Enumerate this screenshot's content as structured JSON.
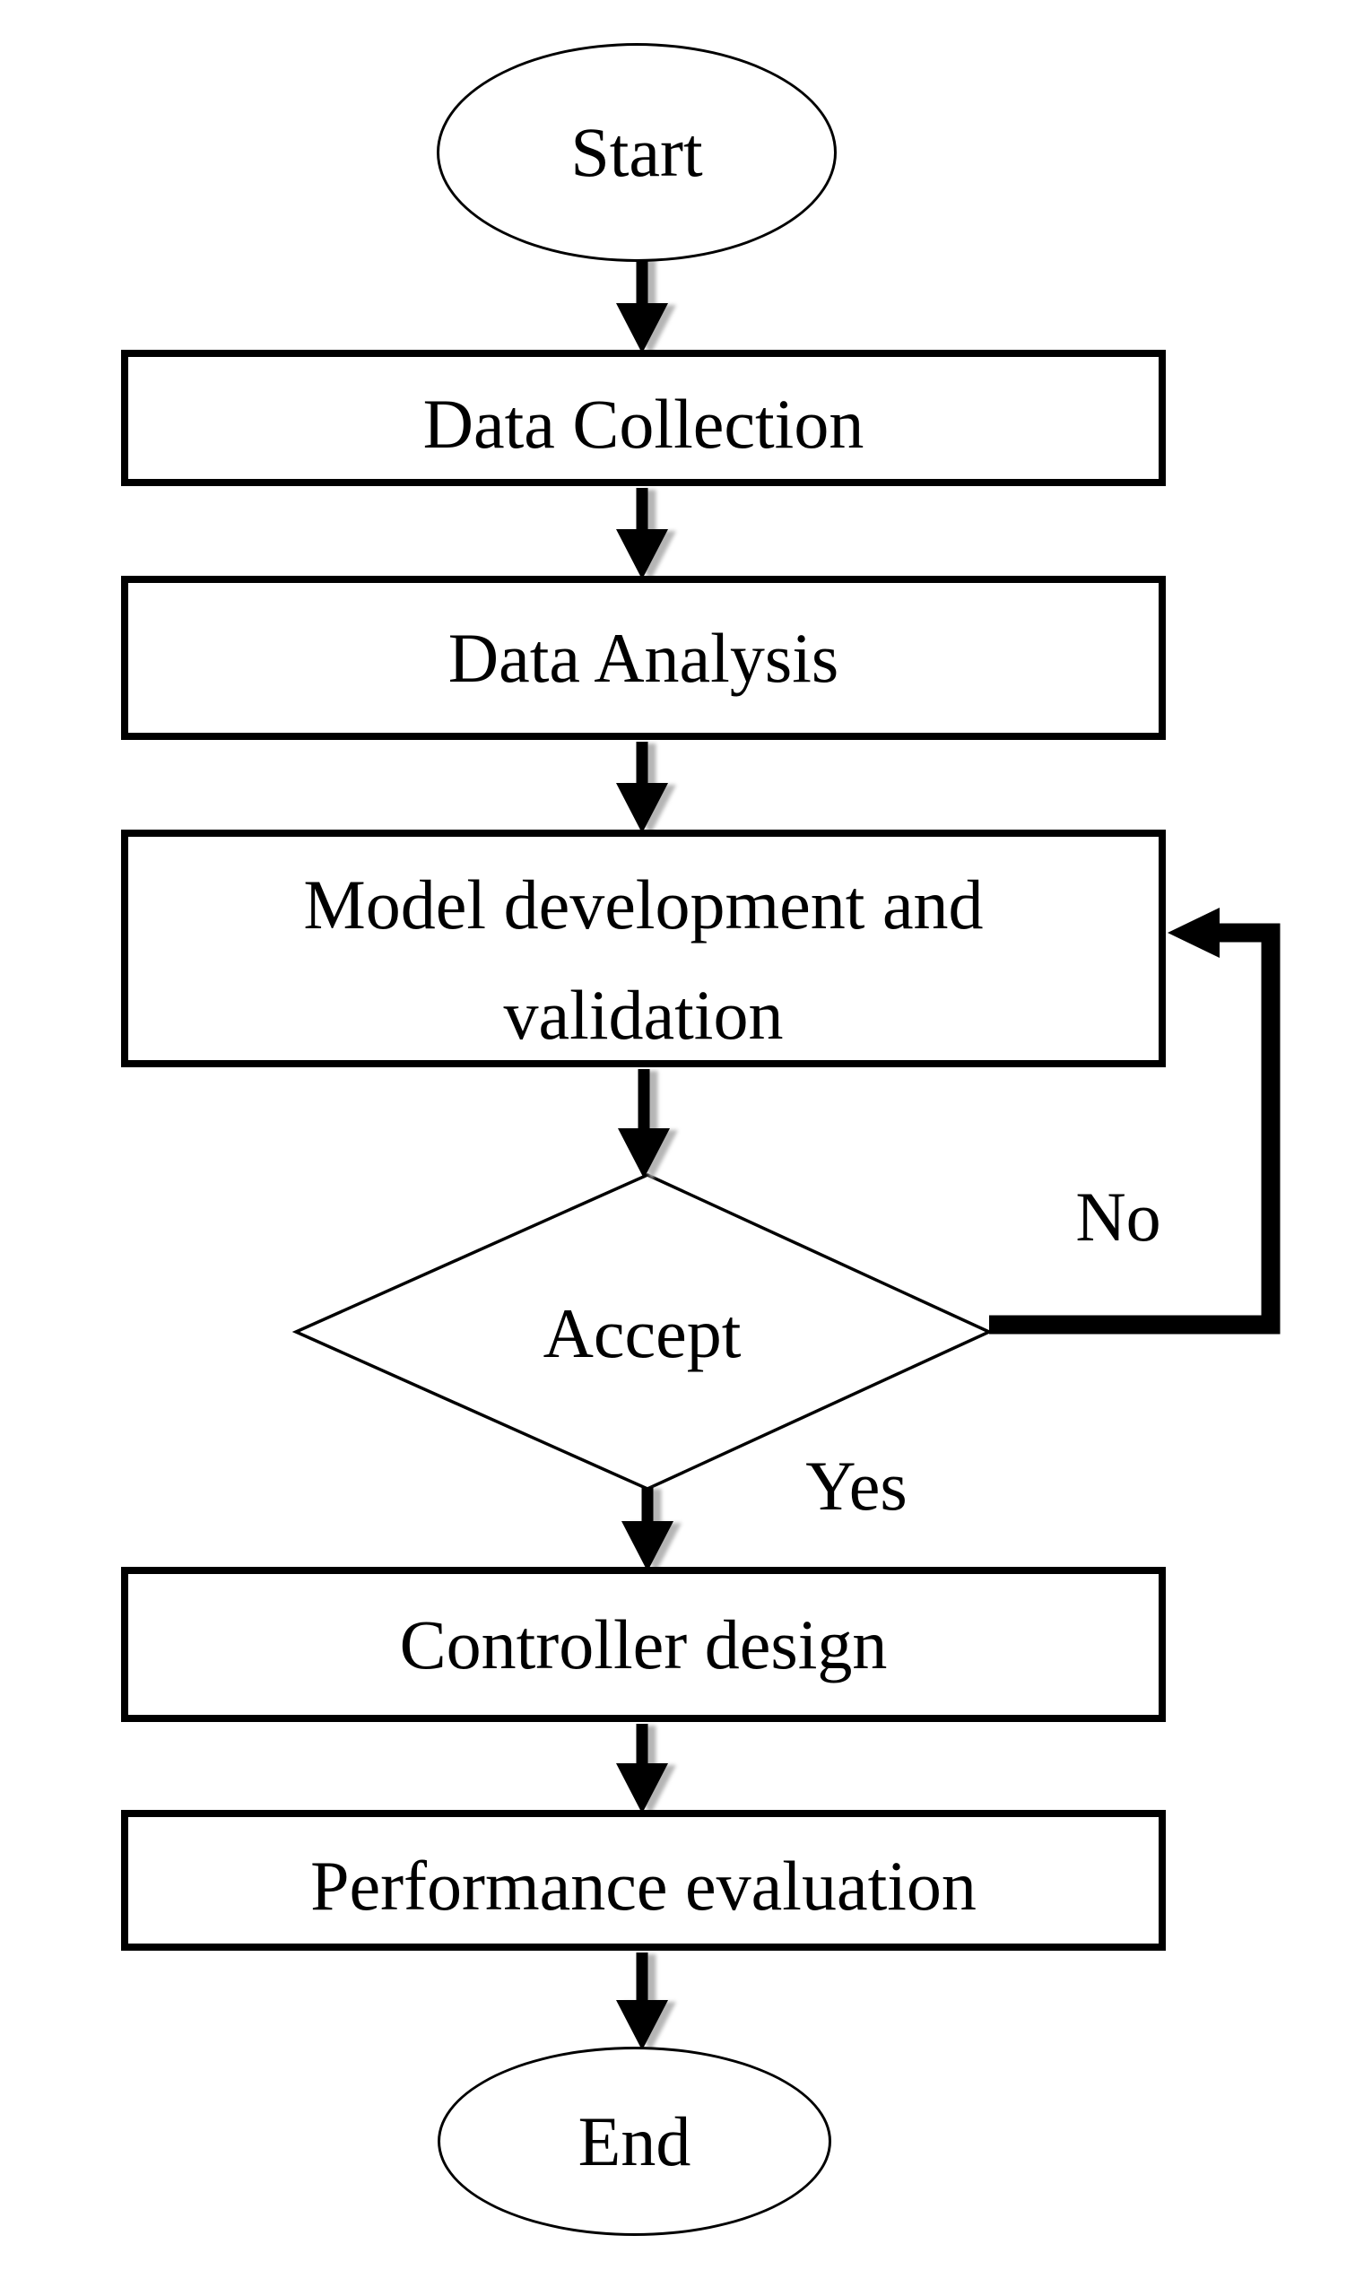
{
  "flowchart": {
    "nodes": [
      {
        "id": "start",
        "type": "terminator",
        "label": "Start"
      },
      {
        "id": "data-collection",
        "type": "process",
        "label": "Data Collection"
      },
      {
        "id": "data-analysis",
        "type": "process",
        "label": "Data Analysis"
      },
      {
        "id": "model-development",
        "type": "process",
        "label": "Model development and validation"
      },
      {
        "id": "accept",
        "type": "decision",
        "label": "Accept"
      },
      {
        "id": "controller-design",
        "type": "process",
        "label": "Controller design"
      },
      {
        "id": "performance-evaluation",
        "type": "process",
        "label": "Performance evaluation"
      },
      {
        "id": "end",
        "type": "terminator",
        "label": "End"
      }
    ],
    "edge_labels": {
      "yes": "Yes",
      "no": "No"
    },
    "edges": [
      {
        "from": "start",
        "to": "data-collection"
      },
      {
        "from": "data-collection",
        "to": "data-analysis"
      },
      {
        "from": "data-analysis",
        "to": "model-development"
      },
      {
        "from": "model-development",
        "to": "accept"
      },
      {
        "from": "accept",
        "to": "controller-design",
        "label": "Yes"
      },
      {
        "from": "accept",
        "to": "model-development",
        "label": "No"
      },
      {
        "from": "controller-design",
        "to": "performance-evaluation"
      },
      {
        "from": "performance-evaluation",
        "to": "end"
      }
    ],
    "colors": {
      "stroke": "#000000",
      "background": "#ffffff",
      "shadow": "#b5b5b5"
    }
  }
}
